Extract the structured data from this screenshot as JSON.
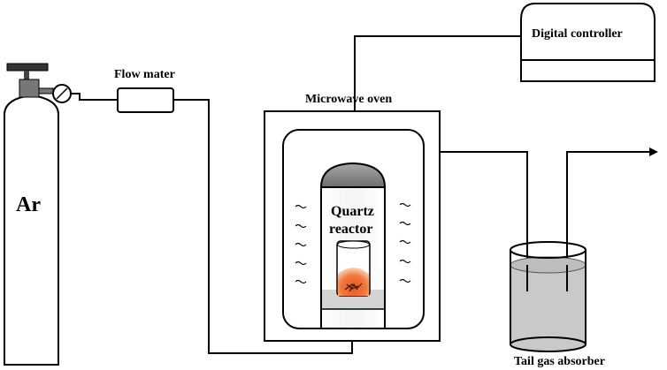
{
  "labels": {
    "gas": "Ar",
    "flow_meter": "Flow mater",
    "controller": "Digital controller",
    "oven": "Microwave oven",
    "reactor_line1": "Quartz",
    "reactor_line2": "reactor",
    "absorber": "Tail gas absorber"
  },
  "colors": {
    "line": "#000000",
    "sample": "#e8541c",
    "dome": "#8c8c8c",
    "liquid": "#c9c9c9",
    "base": "#d4d4d4"
  }
}
